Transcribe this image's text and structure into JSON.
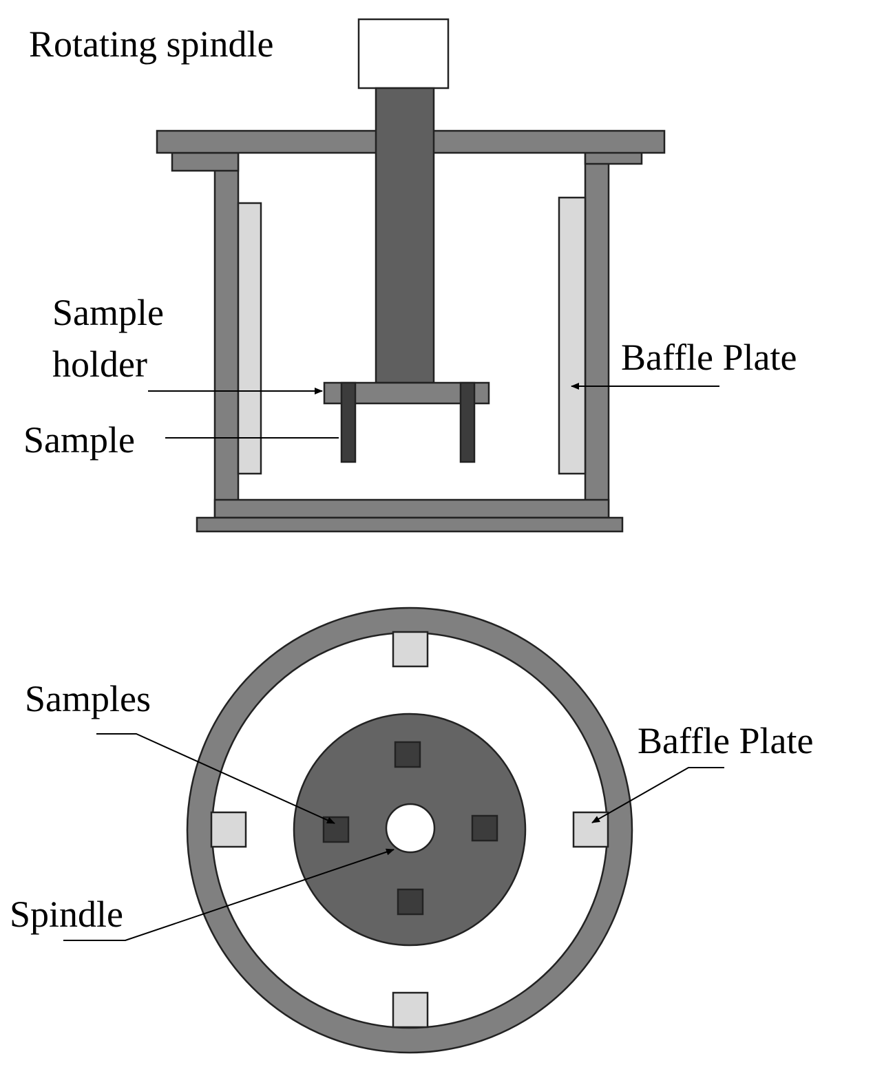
{
  "labels": {
    "rotating_spindle": "Rotating spindle",
    "sample_holder_line1": "Sample",
    "sample_holder_line2": "holder",
    "sample": "Sample",
    "baffle_plate_side": "Baffle Plate",
    "samples": "Samples",
    "baffle_plate_top": "Baffle Plate",
    "spindle": "Spindle"
  },
  "colors": {
    "wall": "#808080",
    "spindle": "#5f5f5f",
    "disc": "#646464",
    "sample": "#3c3c3c",
    "baffle": "#d9d9d9",
    "outline": "#222222"
  }
}
